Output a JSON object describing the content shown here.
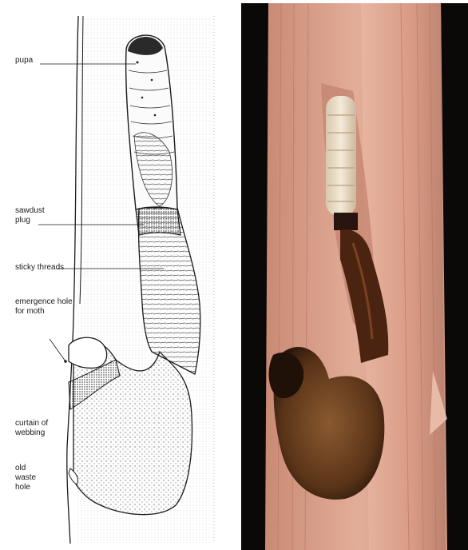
{
  "diagram": {
    "labels": [
      {
        "id": "pupa",
        "text": "pupa"
      },
      {
        "id": "sawdust",
        "text": "sawdust\nplug"
      },
      {
        "id": "threads",
        "text": "sticky threads"
      },
      {
        "id": "emergence",
        "text": "emergence hole\nfor moth"
      },
      {
        "id": "curtain",
        "text": "curtain of\nwebbing"
      },
      {
        "id": "waste",
        "text": "old\nwaste\nhole"
      }
    ]
  },
  "colors": {
    "ink": "#1a1a1a",
    "stipple": "#444444",
    "wood": "#d9a08a",
    "wood_dark": "#b97a66",
    "background_photo": "#0b0907",
    "pupa": "#efe3cf",
    "frass": "#4a2410"
  }
}
